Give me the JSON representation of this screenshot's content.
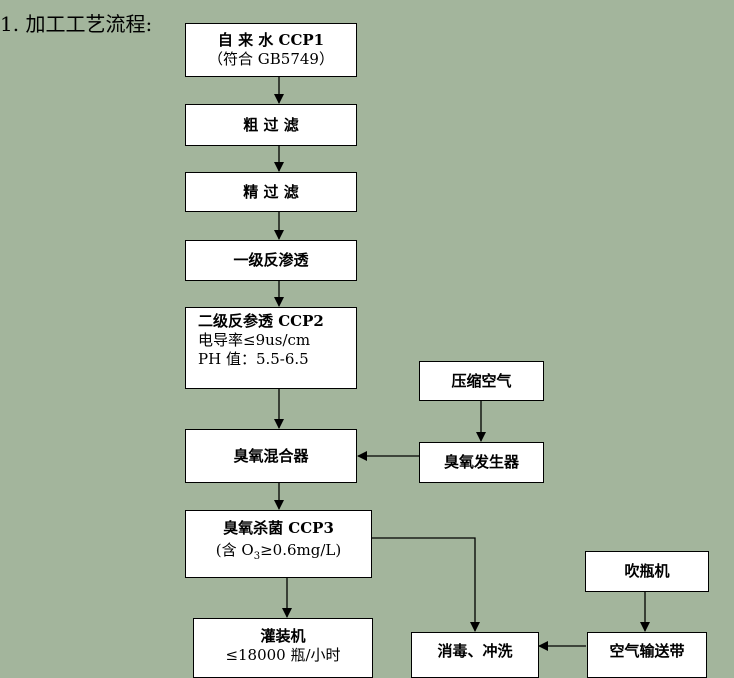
{
  "heading": "1. 加工工艺流程:",
  "steps": {
    "source_water": {
      "title": "自 来 水 CCP1",
      "note": "（符合 GB5749）"
    },
    "coarse_filter": {
      "title": "粗 过 滤"
    },
    "fine_filter": {
      "title": "精 过 滤"
    },
    "ro_stage1": {
      "title": "一级反渗透"
    },
    "ro_stage2": {
      "title": "二级反参透 CCP2",
      "line2": "电导率≤9us/cm",
      "line3": "PH 值：5.5-6.5"
    },
    "compressed_air": {
      "title": "压缩空气"
    },
    "ozone_mixer": {
      "title": "臭氧混合器"
    },
    "ozone_generator": {
      "title": "臭氧发生器"
    },
    "ozone_sterilize": {
      "title": "臭氧杀菌 CCP3",
      "note_prefix": "(含 O",
      "note_sub": "3",
      "note_suffix": "≥0.6mg/L)"
    },
    "bottle_blower": {
      "title": "吹瓶机"
    },
    "filling_machine": {
      "title": "灌装机",
      "note": "≤18000 瓶/小时"
    },
    "disinfect_rinse": {
      "title": "消毒、冲洗"
    },
    "air_conveyor": {
      "title": "空气输送带"
    }
  }
}
